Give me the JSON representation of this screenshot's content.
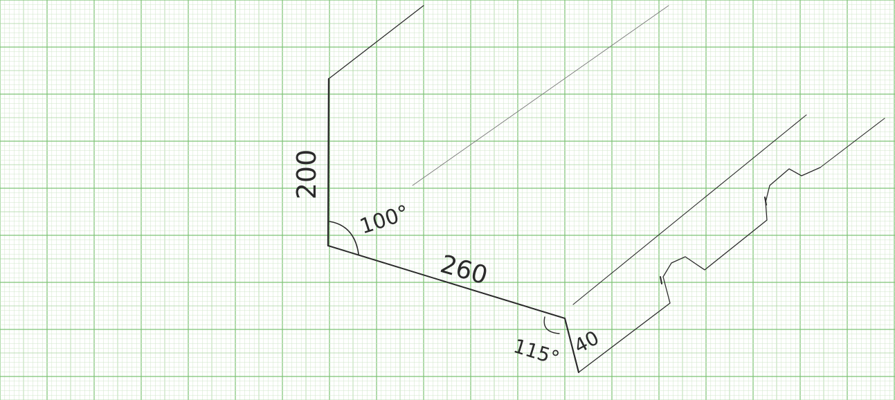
{
  "colors": {
    "grid_minor": "#cfe6c9",
    "grid_mid": "#a9d49f",
    "grid_major": "#7cc273",
    "ink": "#2a2a2a",
    "ink_light": "#6b6b6b"
  },
  "labels": {
    "height": "200",
    "angle_top": "100°",
    "length_bottom": "260",
    "angle_bend": "115°",
    "lip": "40"
  }
}
